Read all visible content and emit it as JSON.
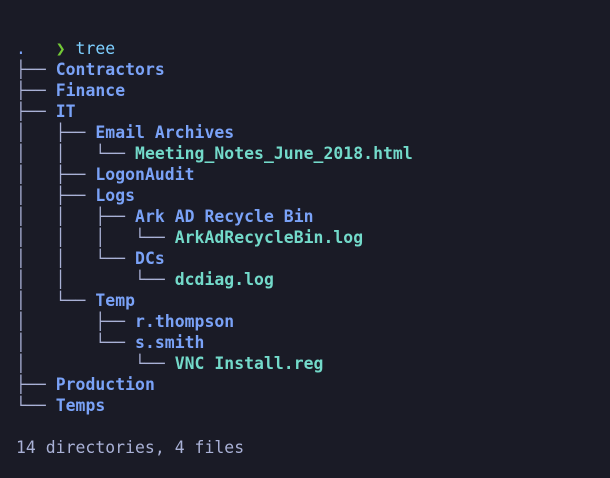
{
  "terminal": {
    "prompt": {
      "symbol": "❯",
      "command": "tree"
    },
    "colors": {
      "background": "#1a1b26",
      "prompt_symbol": "#73c936",
      "command": "#7dcfff",
      "directory": "#7aa2f7",
      "file": "#73daca",
      "tree_lines": "#a9b1d6",
      "summary": "#a9b1d6"
    },
    "tree": [
      {
        "prefix": ".",
        "name": "",
        "type": "root"
      },
      {
        "prefix": "├── ",
        "name": "Contractors",
        "type": "dir"
      },
      {
        "prefix": "├── ",
        "name": "Finance",
        "type": "dir"
      },
      {
        "prefix": "├── ",
        "name": "IT",
        "type": "dir"
      },
      {
        "prefix": "│   ├── ",
        "name": "Email Archives",
        "type": "dir"
      },
      {
        "prefix": "│   │   └── ",
        "name": "Meeting_Notes_June_2018.html",
        "type": "file"
      },
      {
        "prefix": "│   ├── ",
        "name": "LogonAudit",
        "type": "dir"
      },
      {
        "prefix": "│   ├── ",
        "name": "Logs",
        "type": "dir"
      },
      {
        "prefix": "│   │   ├── ",
        "name": "Ark AD Recycle Bin",
        "type": "dir"
      },
      {
        "prefix": "│   │   │   └── ",
        "name": "ArkAdRecycleBin.log",
        "type": "file"
      },
      {
        "prefix": "│   │   └── ",
        "name": "DCs",
        "type": "dir"
      },
      {
        "prefix": "│   │       └── ",
        "name": "dcdiag.log",
        "type": "file"
      },
      {
        "prefix": "│   └── ",
        "name": "Temp",
        "type": "dir"
      },
      {
        "prefix": "│       ├── ",
        "name": "r.thompson",
        "type": "dir"
      },
      {
        "prefix": "│       └── ",
        "name": "s.smith",
        "type": "dir"
      },
      {
        "prefix": "│           └── ",
        "name": "VNC Install.reg",
        "type": "file"
      },
      {
        "prefix": "├── ",
        "name": "Production",
        "type": "dir"
      },
      {
        "prefix": "└── ",
        "name": "Temps",
        "type": "dir"
      }
    ],
    "summary": "14 directories, 4 files"
  }
}
